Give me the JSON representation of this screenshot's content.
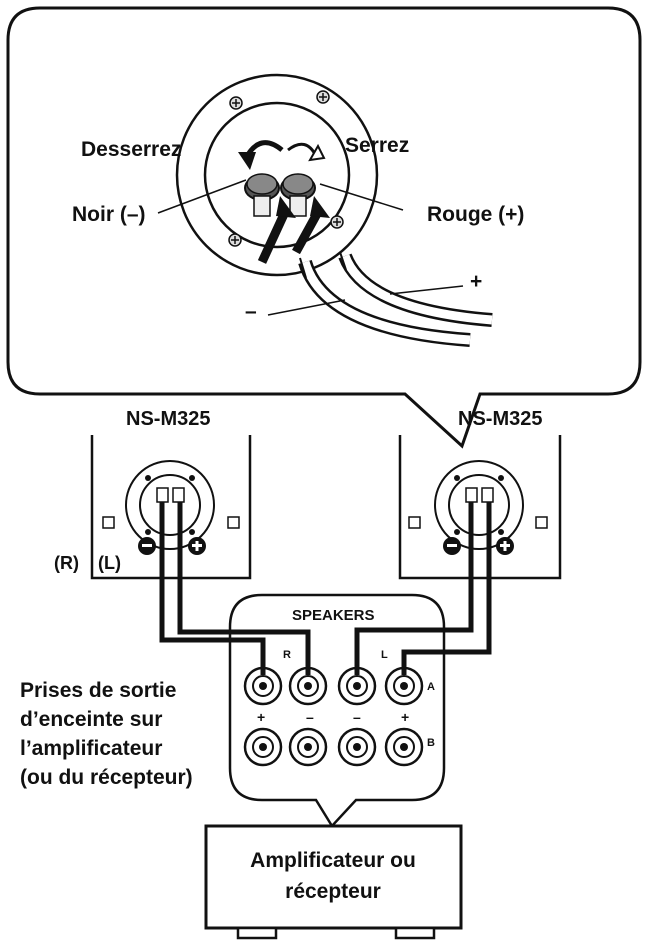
{
  "callout": {
    "loosen": "Desserrez",
    "tighten": "Serrez",
    "black": "Noir (–)",
    "red": "Rouge (+)",
    "plus": "+",
    "minus": "–"
  },
  "speakers": {
    "left_model": "NS-M325",
    "right_model": "NS-M325",
    "label_r": "(R)",
    "label_l": "(L)"
  },
  "panel": {
    "title": "SPEAKERS",
    "ch_r": "R",
    "ch_l": "L",
    "row_a": "A",
    "row_b": "B",
    "p1": "+",
    "m1": "–",
    "m2": "–",
    "p2": "+"
  },
  "jacks_label": {
    "line1": "Prises de sortie",
    "line2": "d’enceinte sur",
    "line3": "l’amplificateur",
    "line4": "(ou du récepteur)"
  },
  "amp": {
    "line1": "Amplificateur ou",
    "line2": "récepteur"
  }
}
